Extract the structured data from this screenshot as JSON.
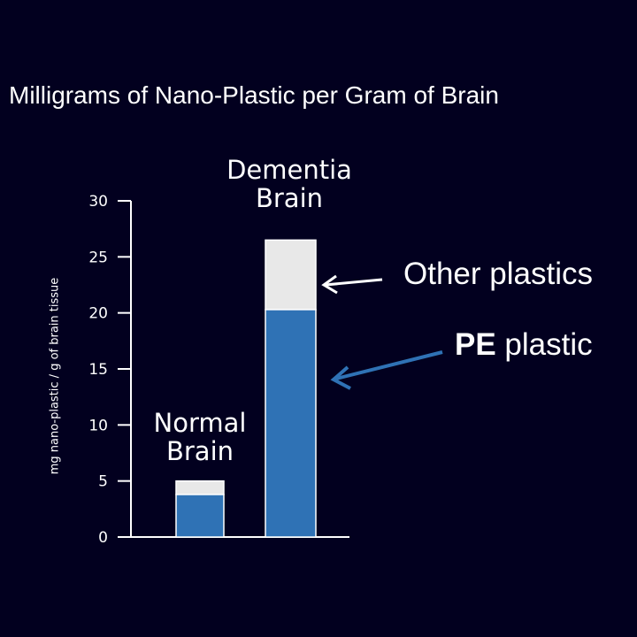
{
  "chart_data": {
    "type": "bar",
    "stacked": true,
    "title": "Milligrams of Nano-Plastic per Gram of Brain",
    "xlabel": "",
    "ylabel": "mg nano-plastic / g of brain tissue",
    "ylim": [
      0,
      30
    ],
    "yticks": [
      0,
      5,
      10,
      15,
      20,
      25,
      30
    ],
    "grid": false,
    "categories": [
      "Normal Brain",
      "Dementia Brain"
    ],
    "category_lines": [
      [
        "Normal",
        "Brain"
      ],
      [
        "Dementia",
        "Brain"
      ]
    ],
    "series": [
      {
        "name": "PE plastic",
        "color": "#2f72b5",
        "values": [
          3.8,
          20.3
        ]
      },
      {
        "name": "Other plastics",
        "color": "#e8e8e8",
        "values": [
          1.2,
          6.2
        ]
      }
    ],
    "annotations": {
      "other": "Other plastics",
      "pe_bold": "PE",
      "pe_rest": " plastic"
    }
  },
  "colors": {
    "background": "#02001f",
    "pe": "#2f72b5",
    "other": "#e8e8e8",
    "pe_arrow": "#2f72b5"
  }
}
